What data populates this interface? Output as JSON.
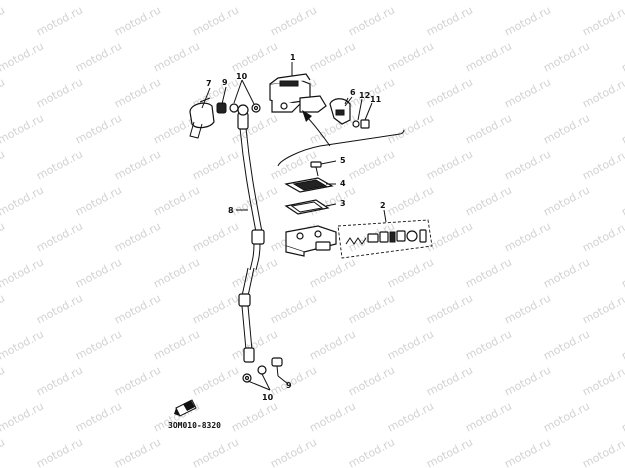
{
  "watermark": {
    "text": "motod.ru"
  },
  "labels": {
    "p1": "1",
    "p2": "2",
    "p3": "3",
    "p4": "4",
    "p5": "5",
    "p6": "6",
    "p7": "7",
    "p8": "8",
    "p9_top": "9",
    "p9_bottom": "9",
    "p10_top": "10",
    "p10_bottom": "10",
    "p11": "11",
    "p12": "12"
  },
  "diagram_code": "3OM010-8320",
  "colors": {
    "ink": "#111111",
    "watermark": "#d2d2d2",
    "background": "#ffffff"
  },
  "icons": {
    "front_indicator": "fr-arrow-icon"
  }
}
